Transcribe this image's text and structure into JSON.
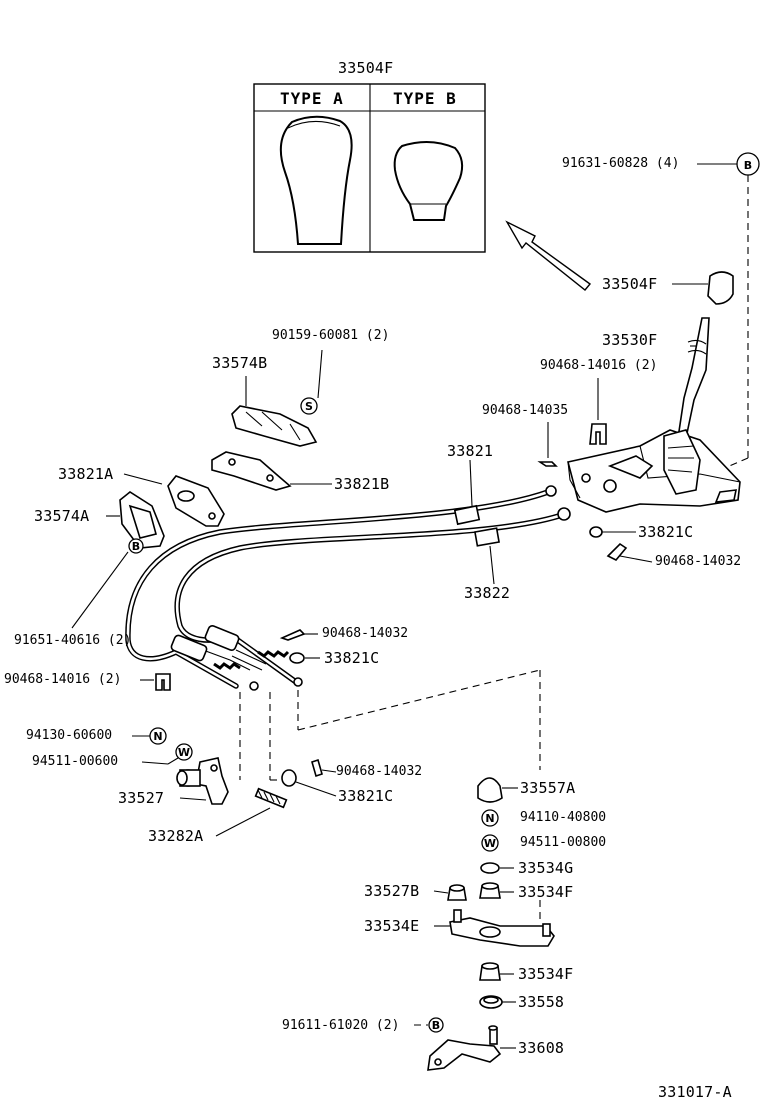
{
  "inset": {
    "title": "33504F",
    "type_a": "TYPE A",
    "type_b": "TYPE B"
  },
  "callouts": {
    "b_marker": "B",
    "s_marker": "S",
    "n_marker": "N",
    "w_marker": "W"
  },
  "labels": {
    "p91631": "91631-60828 (4)",
    "p33504f": "33504F",
    "p33530f": "33530F",
    "p90468_14016_top": "90468-14016 (2)",
    "p90159": "90159-60081 (2)",
    "p33574b": "33574B",
    "p90468_14035": "90468-14035",
    "p33821": "33821",
    "p33821a": "33821A",
    "p33821b": "33821B",
    "p33574a": "33574A",
    "p33821c_right": "33821C",
    "p90468_14032_right": "90468-14032",
    "p33822": "33822",
    "p91651": "91651-40616 (2)",
    "p90468_14032_mid": "90468-14032",
    "p33821c_mid": "33821C",
    "p90468_14016_left": "90468-14016 (2)",
    "p94130": "94130-60600",
    "p94511_left": "94511-00600",
    "p90468_14032_low": "90468-14032",
    "p33527": "33527",
    "p33821c_low": "33821C",
    "p33282a": "33282A",
    "p33557a": "33557A",
    "p94110": "94110-40800",
    "p94511_right": "94511-00800",
    "p33534g": "33534G",
    "p33527b": "33527B",
    "p33534f_top": "33534F",
    "p33534e": "33534E",
    "p33534f_low": "33534F",
    "p33558": "33558",
    "p91611": "91611-61020 (2)",
    "p33608": "33608",
    "ref_code": "331017-A"
  }
}
